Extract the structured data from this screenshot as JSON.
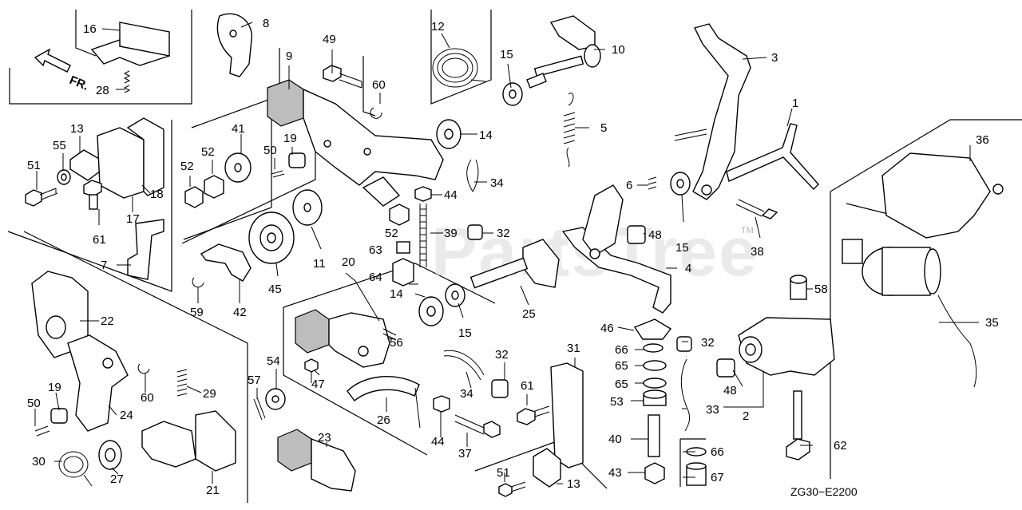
{
  "diagram": {
    "callouts": [
      "1",
      "2",
      "3",
      "4",
      "5",
      "6",
      "7",
      "8",
      "9",
      "10",
      "11",
      "12",
      "13",
      "14",
      "15",
      "16",
      "17",
      "18",
      "19",
      "20",
      "21",
      "22",
      "23",
      "24",
      "25",
      "26",
      "27",
      "28",
      "29",
      "30",
      "31",
      "32",
      "33",
      "34",
      "35",
      "36",
      "37",
      "38",
      "39",
      "40",
      "41",
      "42",
      "43",
      "44",
      "45",
      "46",
      "47",
      "48",
      "49",
      "50",
      "51",
      "52",
      "53",
      "54",
      "55",
      "56",
      "57",
      "58",
      "59",
      "60",
      "61",
      "62",
      "63",
      "64",
      "65",
      "66",
      "67"
    ],
    "direction_label": "FR.",
    "diagram_code": "ZG30−E2200",
    "watermark": "PartsTree",
    "trademark": "TM"
  }
}
